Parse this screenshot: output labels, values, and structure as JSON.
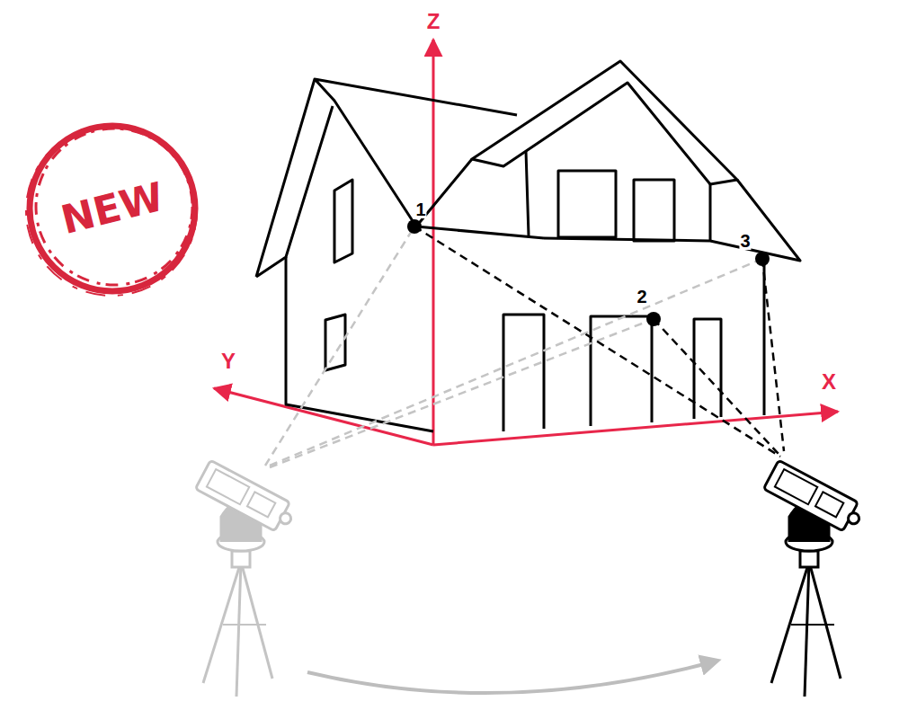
{
  "diagram": {
    "nodes": [
      {
        "text": [
          "NEW"
        ]
      }
    ],
    "labels": [
      "Z",
      "1",
      "3",
      "2",
      "Y",
      "X"
    ]
  }
}
